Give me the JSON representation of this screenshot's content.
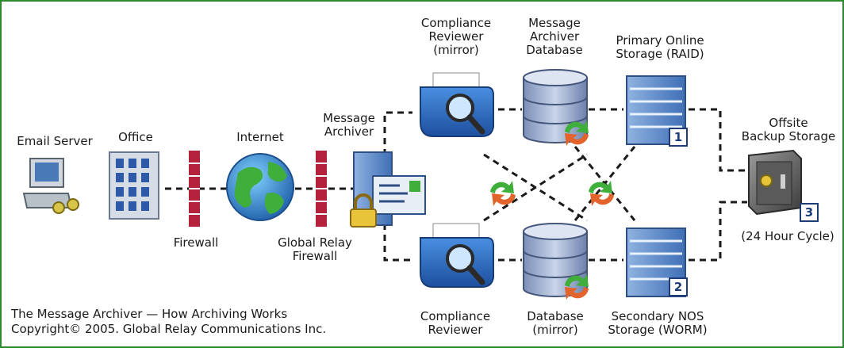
{
  "colors": {
    "frame": "#2e8a2e",
    "dash": "#1a1a1a",
    "firewall": "#b3213d",
    "badge": "#1d3c78"
  },
  "labels": {
    "email_server": [
      "Email Server"
    ],
    "office": [
      "Office"
    ],
    "internet": [
      "Internet"
    ],
    "firewall": [
      "Firewall"
    ],
    "global_relay_firewall": [
      "Global Relay",
      "Firewall"
    ],
    "message_archiver": [
      "Message",
      "Archiver"
    ],
    "compliance_reviewer_mirror": [
      "Compliance",
      "Reviewer",
      "(mirror)"
    ],
    "message_archiver_database": [
      "Message",
      "Archiver",
      "Database"
    ],
    "primary_online_storage": [
      "Primary Online",
      "Storage (RAID)"
    ],
    "offsite_backup_storage": [
      "Offsite",
      "Backup Storage"
    ],
    "backup_cycle": [
      "(24 Hour Cycle)"
    ],
    "compliance_reviewer": [
      "Compliance",
      "Reviewer"
    ],
    "database_mirror": [
      "Database",
      "(mirror)"
    ],
    "secondary_nos_storage": [
      "Secondary NOS",
      "Storage (WORM)"
    ]
  },
  "badges": {
    "primary": "1",
    "secondary": "2",
    "offsite": "3"
  },
  "caption": {
    "line1": "The Message Archiver — How Archiving Works",
    "line2": "Copyright© 2005. Global Relay Communications Inc."
  },
  "icons": {
    "email_server": "computer-icon",
    "office": "office-building-icon",
    "internet": "globe-icon",
    "message_archiver": "server-lock-icon",
    "compliance_reviewer": "folders-magnifier-icon",
    "database": "database-sync-icon",
    "storage": "server-stack-icon",
    "offsite": "safe-icon",
    "sync": "sync-arrows-icon"
  }
}
